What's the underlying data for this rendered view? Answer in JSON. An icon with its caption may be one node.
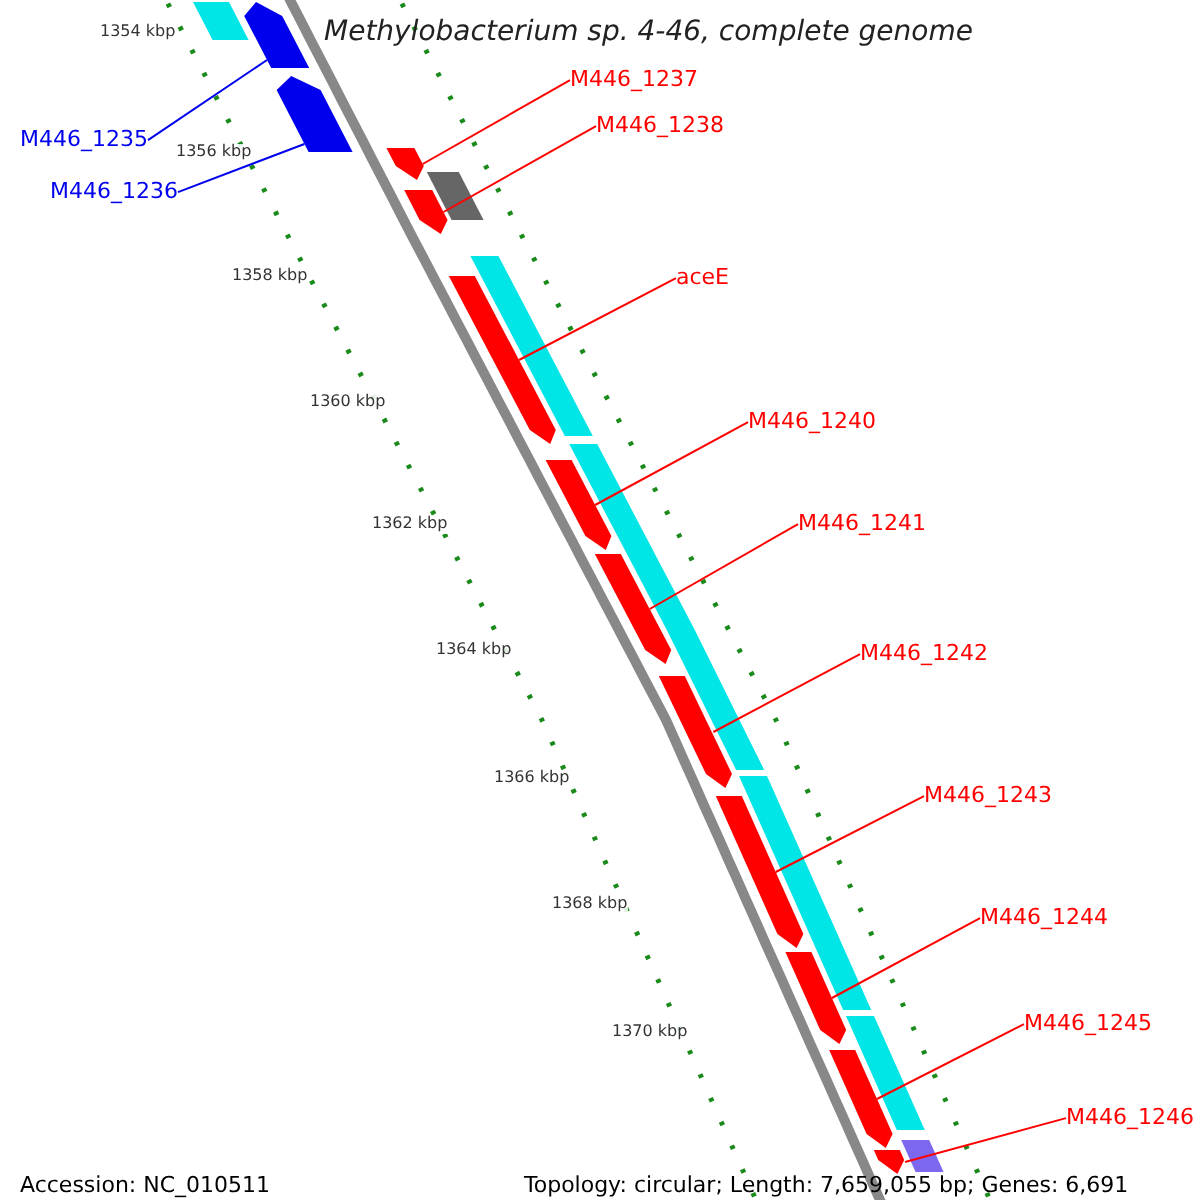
{
  "diagram": {
    "title": "Methylobacterium sp. 4-46, complete genome",
    "nodes": [
      {
        "text": [
          "M446_1235"
        ]
      },
      {
        "text": [
          "M446_1236"
        ]
      },
      {
        "text": [
          "M446_1237"
        ]
      },
      {
        "text": [
          "M446_1238"
        ]
      },
      {
        "text": [
          "aceE"
        ]
      },
      {
        "text": [
          "M446_1240"
        ]
      },
      {
        "text": [
          "M446_1241"
        ]
      },
      {
        "text": [
          "M446_1242"
        ]
      },
      {
        "text": [
          "M446_1243"
        ]
      },
      {
        "text": [
          "M446_1244"
        ]
      },
      {
        "text": [
          "M446_1245"
        ]
      },
      {
        "text": [
          "M446_1246"
        ]
      },
      {
        "text": [],
        "shape": "bar"
      },
      {
        "text": [],
        "shape": "bar"
      },
      {
        "text": [],
        "shape": "bar"
      },
      {
        "text": [],
        "shape": "bar"
      },
      {
        "text": [],
        "shape": "bar"
      },
      {
        "text": [],
        "shape": "bar"
      },
      {
        "text": [],
        "shape": "bar"
      },
      {
        "text": [],
        "shape": "bar"
      },
      {
        "text": [],
        "shape": "bar"
      },
      {
        "text": [],
        "shape": "bar"
      },
      {
        "text": [],
        "shape": "bar"
      },
      {
        "text": [],
        "shape": "bar"
      },
      {
        "text": [],
        "shape": "box"
      },
      {
        "text": [],
        "shape": "box"
      },
      {
        "text": [],
        "shape": "box"
      },
      {
        "text": [],
        "shape": "box"
      },
      {
        "text": [],
        "shape": "box"
      },
      {
        "text": [],
        "shape": "box"
      },
      {
        "text": [],
        "shape": "box"
      },
      {
        "text": [],
        "shape": "box"
      },
      {
        "text": [],
        "shape": "box"
      }
    ],
    "edges": [
      {
        "from": 0,
        "to": 12,
        "arrow": "none",
        "color": "#0000ee"
      },
      {
        "from": 1,
        "to": 13,
        "arrow": "none",
        "color": "#0000ee"
      },
      {
        "from": 2,
        "to": 14,
        "arrow": "none"
      },
      {
        "from": 3,
        "to": 15,
        "arrow": "none"
      },
      {
        "from": 4,
        "to": 16,
        "arrow": "none"
      },
      {
        "from": 5,
        "to": 17,
        "arrow": "none"
      },
      {
        "from": 6,
        "to": 18,
        "arrow": "none"
      },
      {
        "from": 7,
        "to": 19,
        "arrow": "none"
      },
      {
        "from": 8,
        "to": 20,
        "arrow": "none"
      },
      {
        "from": 9,
        "to": 21,
        "arrow": "none"
      },
      {
        "from": 10,
        "to": 22,
        "arrow": "none"
      },
      {
        "from": 11,
        "to": 23,
        "arrow": "none"
      }
    ],
    "labels": [
      "1354 kbp",
      "1356 kbp",
      "1358 kbp",
      "1360 kbp",
      "1362 kbp",
      "1364 kbp",
      "1366 kbp",
      "1368 kbp",
      "1370 kbp",
      "Accession: NC_010511",
      "Topology: circular; Length: 7,659,055 bp; Genes: 6,691"
    ]
  }
}
